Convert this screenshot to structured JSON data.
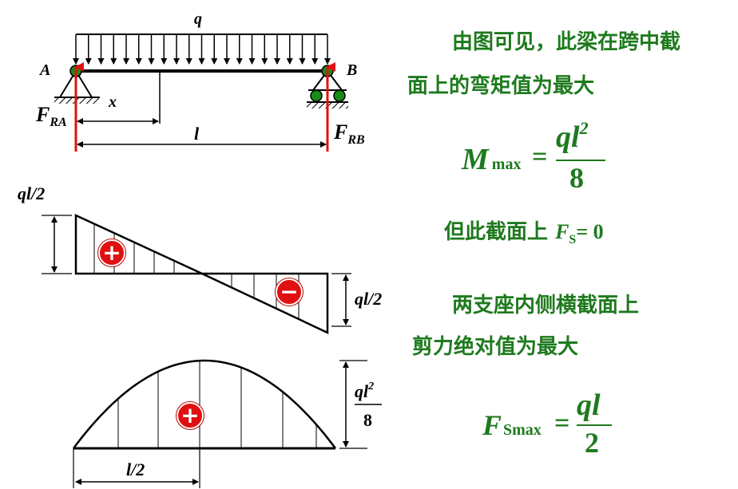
{
  "beam": {
    "load_label": "q",
    "left_support_label": "A",
    "right_support_label": "B",
    "reaction_left_main": "F",
    "reaction_left_sub": "RA",
    "reaction_right_main": "F",
    "reaction_right_sub": "RB",
    "position_label": "x",
    "span_label": "l"
  },
  "shear_diagram": {
    "left_value_label": "ql/2",
    "right_value_label": "ql/2",
    "positive_sign": "+",
    "negative_sign": "−"
  },
  "moment_diagram": {
    "peak_numerator_base": "ql",
    "peak_numerator_exp": "2",
    "peak_denominator": "8",
    "positive_sign": "+",
    "midspan_label": "l/2"
  },
  "text": {
    "line1": "由图可见，此梁在跨中截",
    "line2": "面上的弯矩值为最大",
    "line3_prefix": "但此截面上 ",
    "line3_var": "F",
    "line3_sub": "S",
    "line3_suffix": "= 0",
    "line4": "两支座内侧横截面上",
    "line5": "剪力绝对值为最大"
  },
  "formula_mmax": {
    "lhs_main": "M",
    "lhs_sub": "max",
    "equals": "=",
    "num_base": "ql",
    "num_exp": "2",
    "den": "8"
  },
  "formula_fsmax": {
    "lhs_main": "F",
    "lhs_sub": "Smax",
    "equals": "=",
    "num": "ql",
    "den": "2"
  },
  "colors": {
    "text_green": "#1e7a1e",
    "reaction_red": "#e01010",
    "support_green": "#1a8a1a",
    "line_black": "#000000"
  }
}
